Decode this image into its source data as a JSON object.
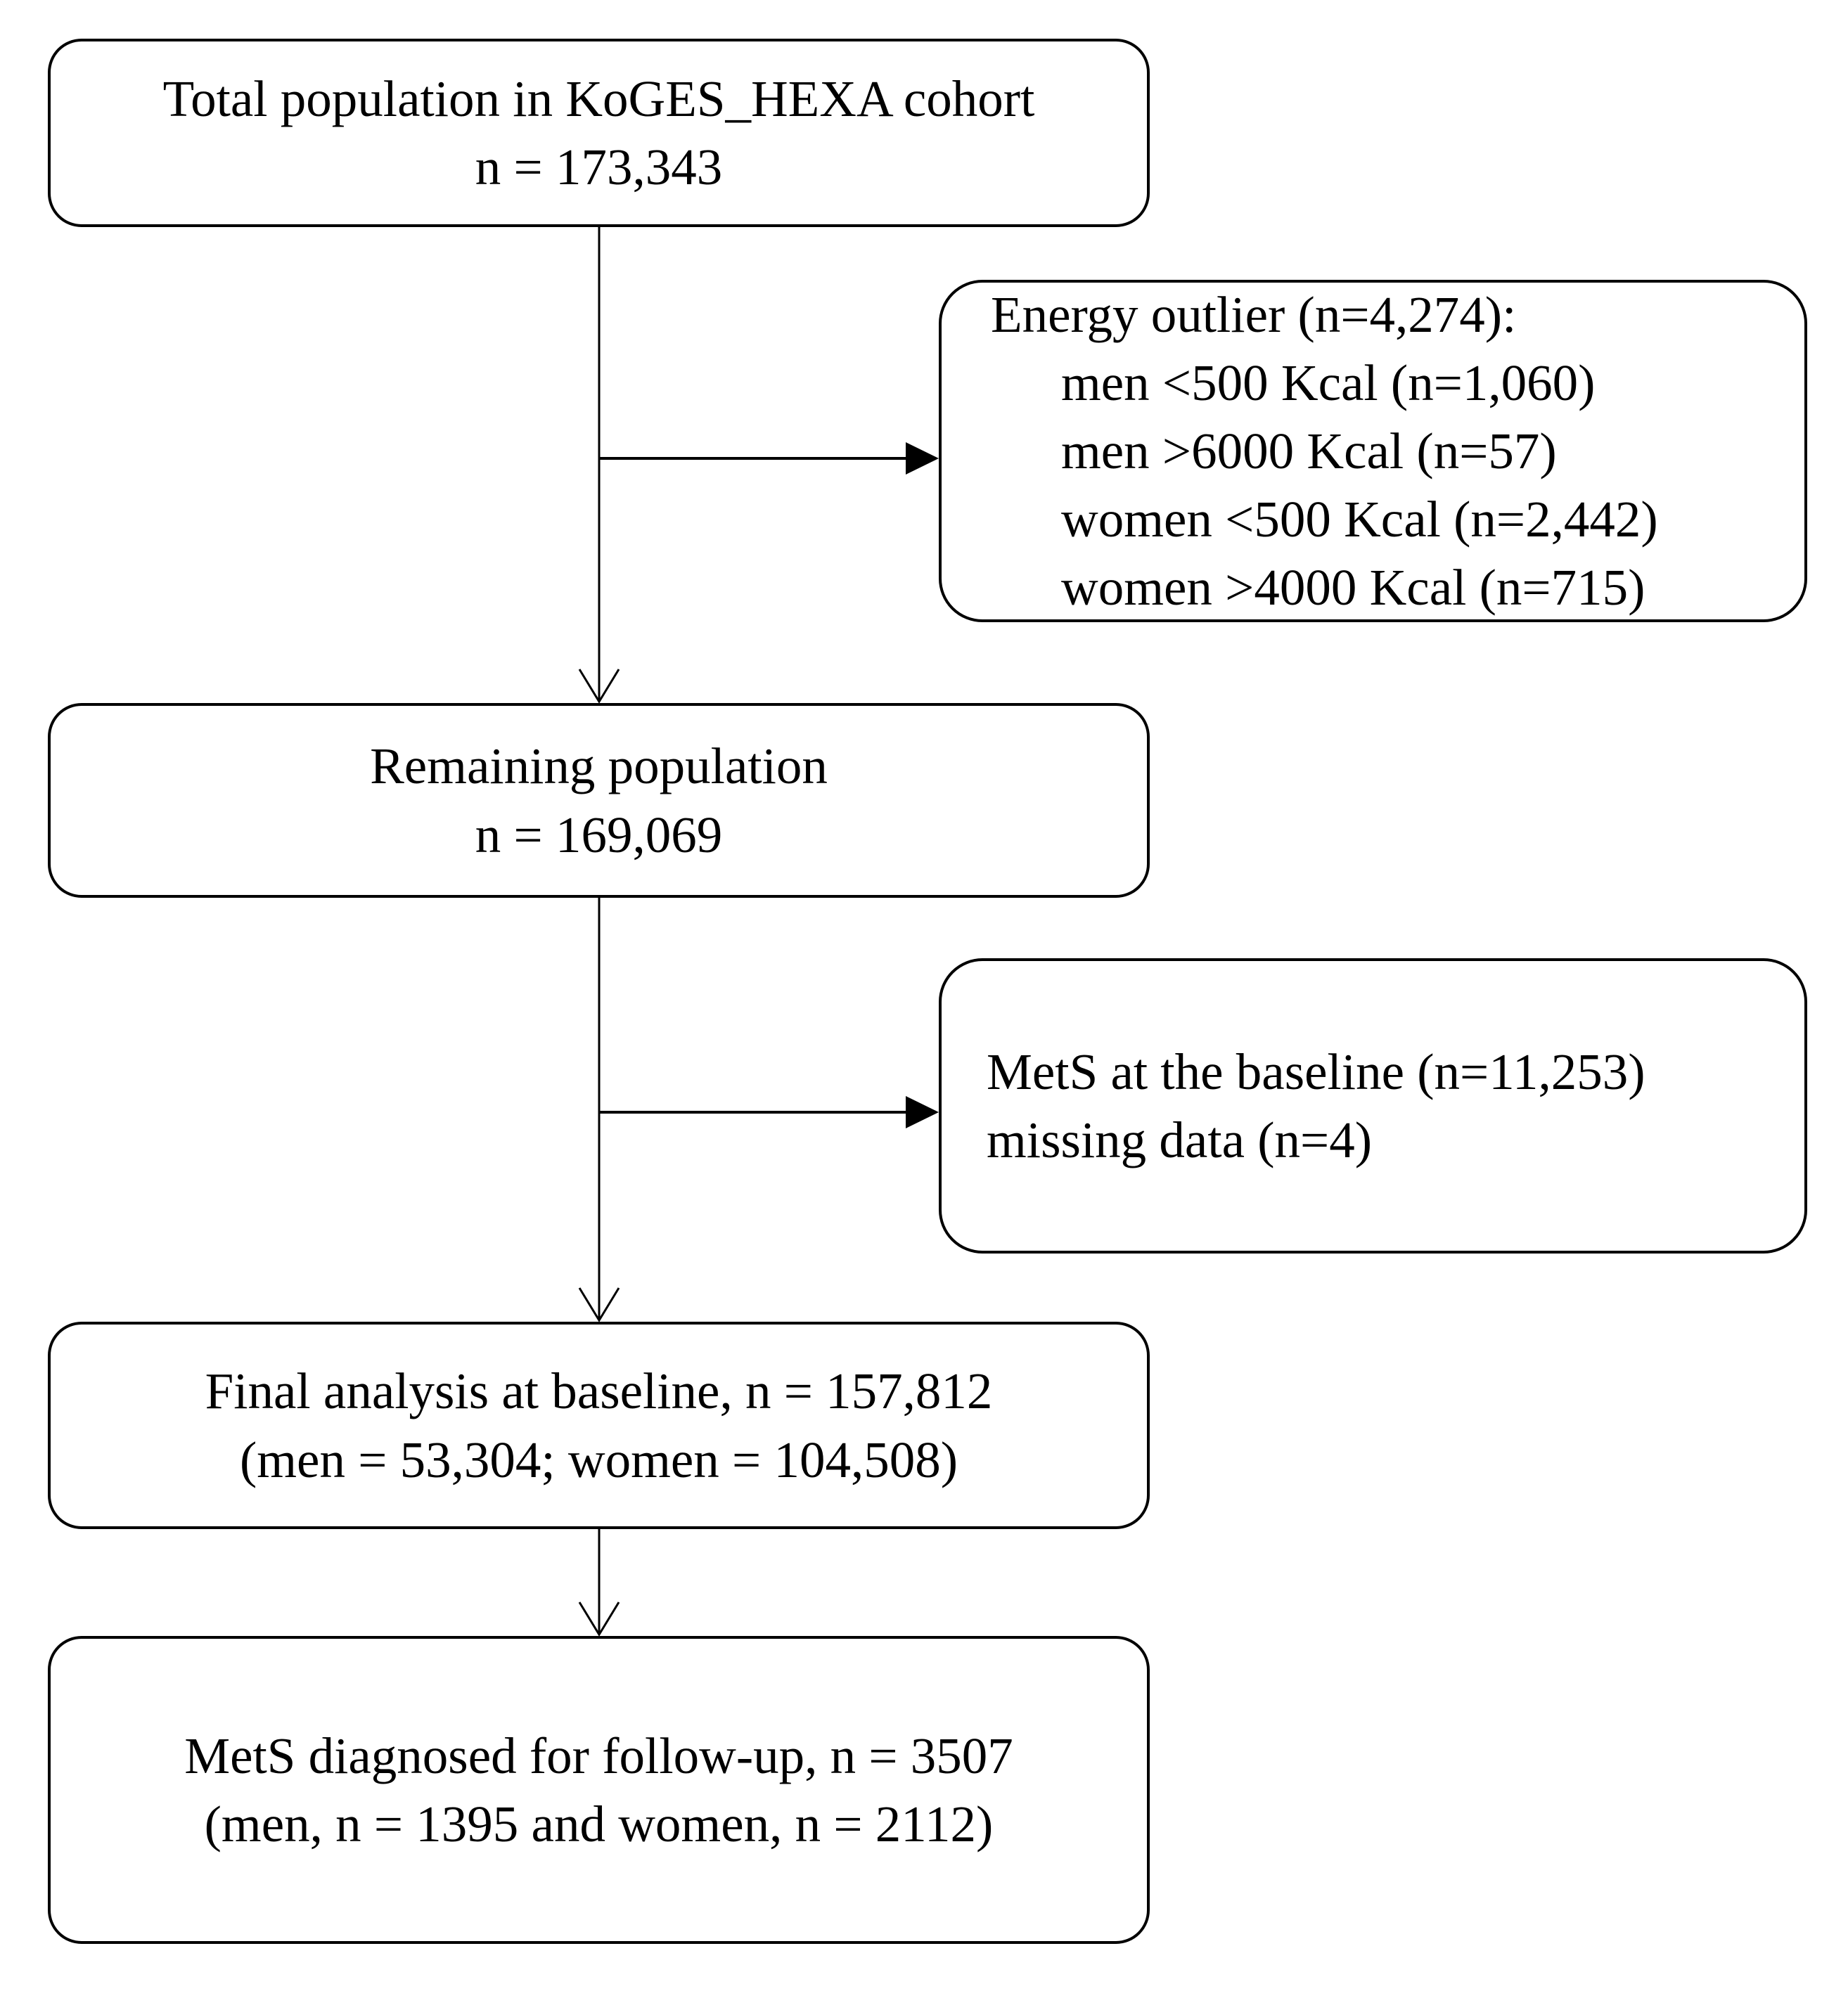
{
  "figure": {
    "type": "cohort-flowchart",
    "colors": {
      "background": "#ffffff",
      "line": "#000000",
      "text": "#000000"
    }
  },
  "boxes": {
    "total_population": {
      "line1": "Total population in KoGES_HEXA cohort",
      "line2": "n = 173,343"
    },
    "energy_outlier": {
      "title": "Energy outlier (n=4,274):",
      "items": [
        "men <500 Kcal (n=1,060)",
        "men >6000 Kcal (n=57)",
        "women <500 Kcal (n=2,442)",
        "women >4000 Kcal (n=715)"
      ]
    },
    "remaining_population": {
      "line1": "Remaining population",
      "line2": "n = 169,069"
    },
    "mets_baseline_exclusion": {
      "line1": "MetS at the baseline (n=11,253)",
      "line2": "missing data (n=4)"
    },
    "final_analysis": {
      "line1": "Final analysis at baseline, n = 157,812",
      "line2": "(men = 53,304; women = 104,508)"
    },
    "mets_followup": {
      "line1": "MetS diagnosed for follow-up, n = 3507",
      "line2": "(men, n = 1395 and women, n = 2112)"
    }
  }
}
